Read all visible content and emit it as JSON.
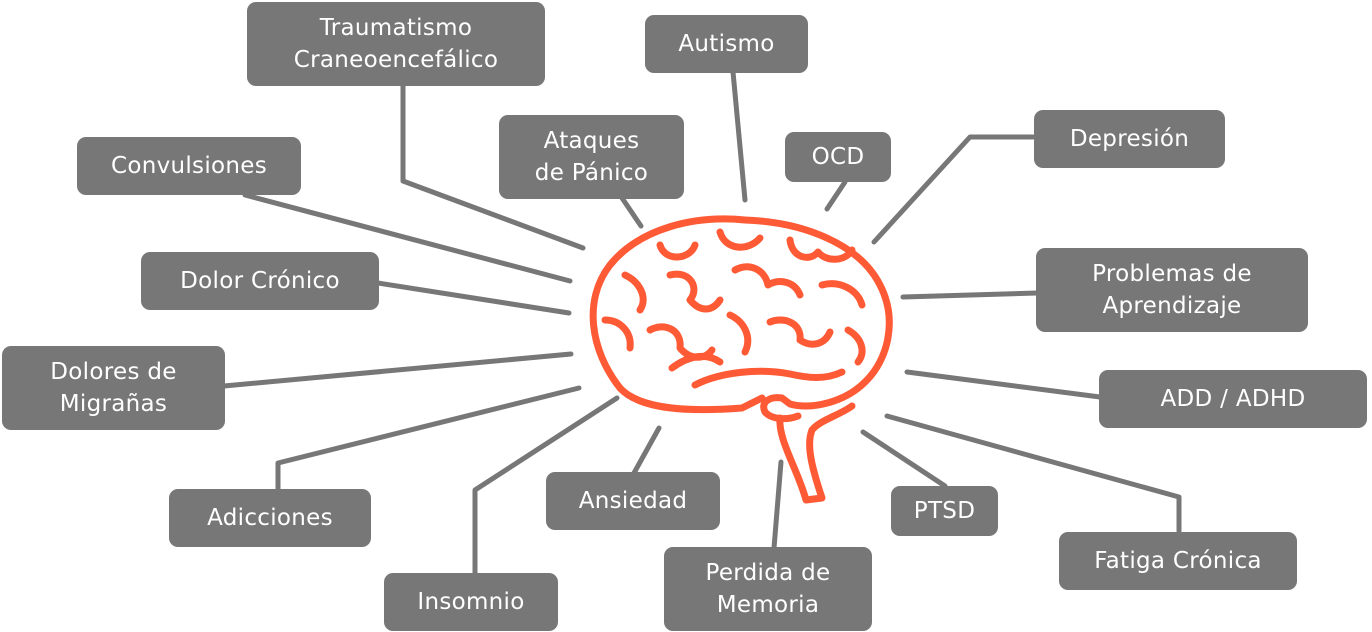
{
  "diagram": {
    "center": {
      "icon": "brain-icon",
      "color": "#FF5A36"
    },
    "connector_color": "#777777",
    "label_bg": "#777777",
    "label_text_color": "#FFFFFF",
    "labels": {
      "traumatismo": "Traumatismo\nCraneoencefálico",
      "autismo": "Autismo",
      "ataques": "Ataques\nde Pánico",
      "ocd": "OCD",
      "depresion": "Depresión",
      "convulsiones": "Convulsiones",
      "dolor_cronico": "Dolor Crónico",
      "problemas": "Problemas de\nAprendizaje",
      "migranas": "Dolores de\nMigrañas",
      "add": "ADD / ADHD",
      "adicciones": "Adicciones",
      "ansiedad": "Ansiedad",
      "ptsd": "PTSD",
      "fatiga": "Fatiga Crónica",
      "insomnio": "Insomnio",
      "memoria": "Perdida de\nMemoria"
    }
  }
}
